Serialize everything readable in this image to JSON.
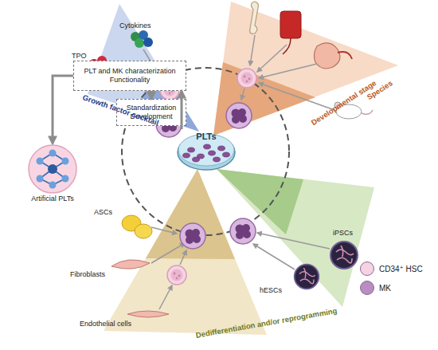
{
  "diagram": {
    "nodes": [
      {
        "text": [
          "PLTs"
        ]
      },
      {
        "text": [
          "PLT and MK characterization",
          "Functionality"
        ]
      },
      {
        "text": [
          "Standardization",
          "Development"
        ]
      },
      {
        "text": [
          "Artificial PLTs"
        ]
      }
    ],
    "edges": [
      {
        "from": 0,
        "to": 1,
        "arrow": "to"
      },
      {
        "from": 1,
        "to": 3,
        "arrow": "to"
      },
      {
        "from": 1,
        "to": 2,
        "arrow": "to"
      }
    ],
    "labels": [
      "Cytokines",
      "TPO",
      "Growth factor cocktail",
      "Developmental stage",
      "Species",
      "ASCs",
      "Fibroblasts",
      "Endothelial cells",
      "hESCs",
      "iPSCs",
      "Dedifferentiation and/or reprogramming"
    ],
    "legend": [
      {
        "text": "CD34⁺ HSC",
        "color": "#f6d3e3"
      },
      {
        "text": "MK",
        "color": "#b98cc2"
      }
    ]
  }
}
